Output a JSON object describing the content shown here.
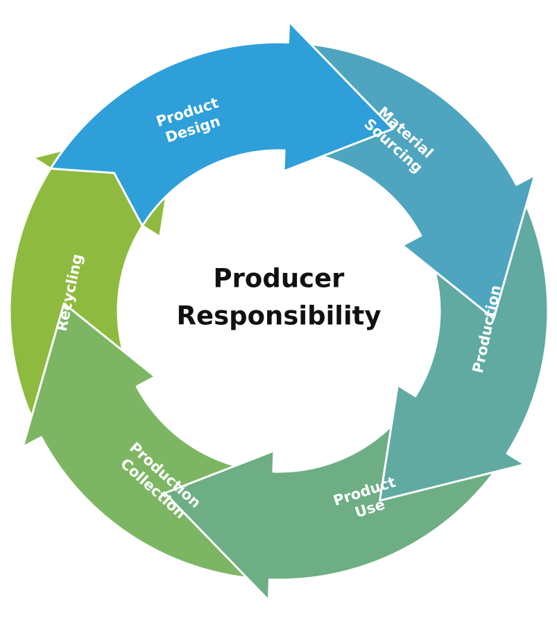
{
  "center": {
    "line1": "Producer",
    "line2": "Responsibility"
  },
  "steps": [
    {
      "line1": "Product",
      "line2": "Design",
      "color": "#2E9FD9"
    },
    {
      "line1": "Material",
      "line2": "Sourcing",
      "color": "#4FA5BF"
    },
    {
      "line1": "Production",
      "line2": "",
      "color": "#60AAA1"
    },
    {
      "line1": "Product",
      "line2": "Use",
      "color": "#6EAE84"
    },
    {
      "line1": "Production",
      "line2": "Collection",
      "color": "#7DB663"
    },
    {
      "line1": "Recycling",
      "line2": "",
      "color": "#8EBB3F"
    }
  ]
}
